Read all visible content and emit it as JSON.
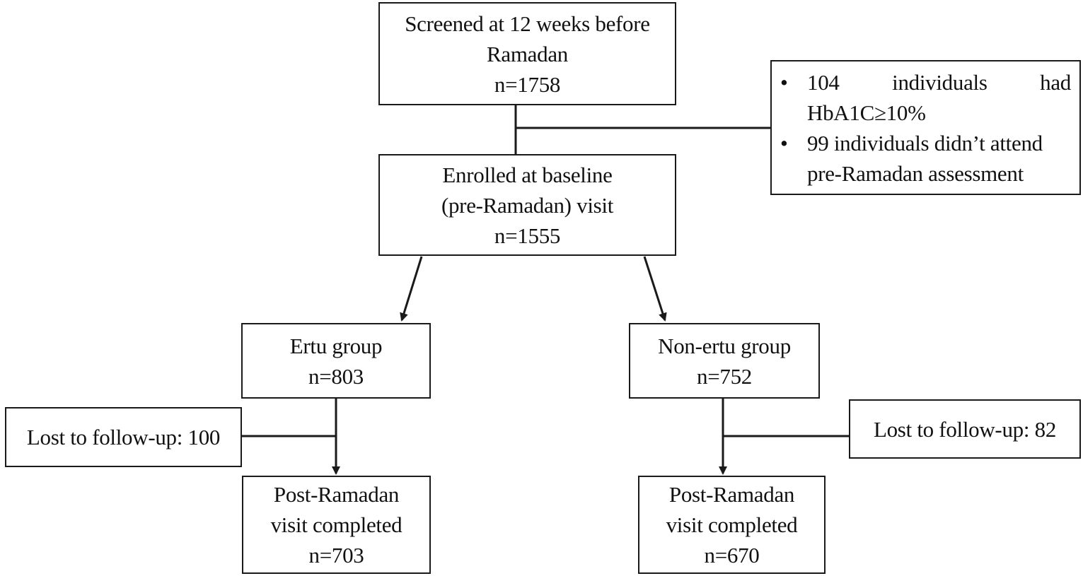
{
  "flowchart": {
    "screened": {
      "line1": "Screened at 12 weeks before",
      "line2": "Ramadan",
      "line3": "n=1758"
    },
    "exclusions": {
      "item1_words": [
        "104",
        "individuals",
        "had"
      ],
      "item1_line2": "HbA1C≥10%",
      "item2_line1": "99 individuals didn’t attend",
      "item2_line2": "pre-Ramadan assessment",
      "bullet": "•"
    },
    "enrolled": {
      "line1": "Enrolled at baseline",
      "line2": "(pre-Ramadan) visit",
      "line3": "n=1555"
    },
    "ertu": {
      "line1": "Ertu group",
      "line2": "n=803"
    },
    "non_ertu": {
      "line1": "Non-ertu group",
      "line2": "n=752"
    },
    "lost_ertu": {
      "text": "Lost to follow-up: 100"
    },
    "lost_non_ertu": {
      "text": "Lost to follow-up: 82"
    },
    "post_ertu": {
      "line1": "Post-Ramadan",
      "line2": "visit completed",
      "line3": "n=703"
    },
    "post_non_ertu": {
      "line1": "Post-Ramadan",
      "line2": "visit completed",
      "line3": "n=670"
    }
  }
}
